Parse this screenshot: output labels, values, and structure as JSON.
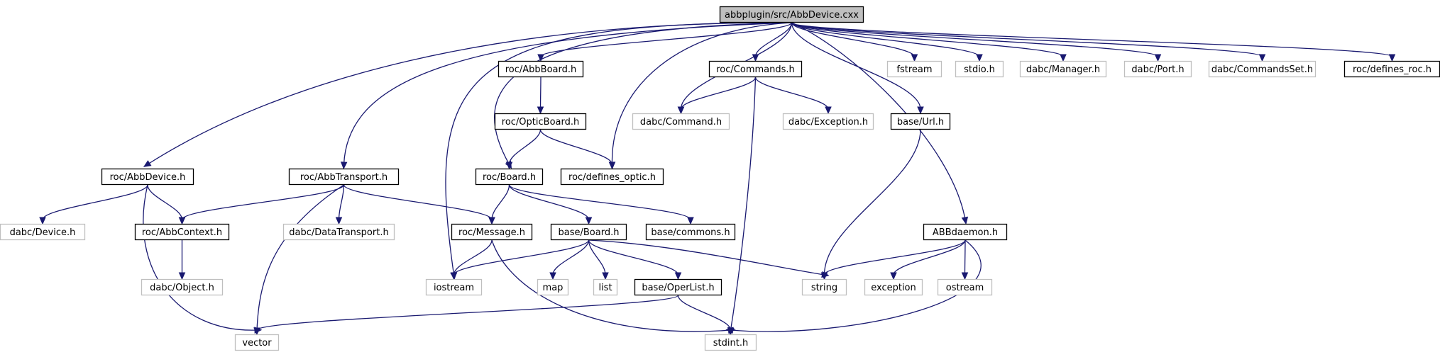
{
  "diagram": {
    "nodes": [
      {
        "id": "root",
        "label": "abbplugin/src/AbbDevice.cxx",
        "kind": "root"
      },
      {
        "id": "roc_AbbDevice_h",
        "label": "roc/AbbDevice.h",
        "kind": "internal"
      },
      {
        "id": "roc_AbbTransport_h",
        "label": "roc/AbbTransport.h",
        "kind": "internal"
      },
      {
        "id": "roc_AbbBoard_h",
        "label": "roc/AbbBoard.h",
        "kind": "internal"
      },
      {
        "id": "roc_Commands_h",
        "label": "roc/Commands.h",
        "kind": "internal"
      },
      {
        "id": "fstream",
        "label": "fstream",
        "kind": "external"
      },
      {
        "id": "stdio_h",
        "label": "stdio.h",
        "kind": "external"
      },
      {
        "id": "dabc_Manager_h",
        "label": "dabc/Manager.h",
        "kind": "external"
      },
      {
        "id": "dabc_Port_h",
        "label": "dabc/Port.h",
        "kind": "external"
      },
      {
        "id": "dabc_CommandsSet_h",
        "label": "dabc/CommandsSet.h",
        "kind": "external"
      },
      {
        "id": "roc_defines_roc_h",
        "label": "roc/defines_roc.h",
        "kind": "internal"
      },
      {
        "id": "roc_OpticBoard_h",
        "label": "roc/OpticBoard.h",
        "kind": "internal"
      },
      {
        "id": "dabc_Command_h",
        "label": "dabc/Command.h",
        "kind": "external"
      },
      {
        "id": "dabc_Exception_h",
        "label": "dabc/Exception.h",
        "kind": "external"
      },
      {
        "id": "base_Url_h",
        "label": "base/Url.h",
        "kind": "internal"
      },
      {
        "id": "roc_Board_h",
        "label": "roc/Board.h",
        "kind": "internal"
      },
      {
        "id": "roc_defines_optic_h",
        "label": "roc/defines_optic.h",
        "kind": "internal"
      },
      {
        "id": "dabc_Device_h",
        "label": "dabc/Device.h",
        "kind": "external"
      },
      {
        "id": "roc_AbbContext_h",
        "label": "roc/AbbContext.h",
        "kind": "internal"
      },
      {
        "id": "dabc_DataTransport_h",
        "label": "dabc/DataTransport.h",
        "kind": "external"
      },
      {
        "id": "roc_Message_h",
        "label": "roc/Message.h",
        "kind": "internal"
      },
      {
        "id": "base_Board_h",
        "label": "base/Board.h",
        "kind": "internal"
      },
      {
        "id": "base_commons_h",
        "label": "base/commons.h",
        "kind": "internal"
      },
      {
        "id": "ABBdaemon_h",
        "label": "ABBdaemon.h",
        "kind": "internal"
      },
      {
        "id": "dabc_Object_h",
        "label": "dabc/Object.h",
        "kind": "external"
      },
      {
        "id": "iostream",
        "label": "iostream",
        "kind": "external"
      },
      {
        "id": "map",
        "label": "map",
        "kind": "external"
      },
      {
        "id": "list",
        "label": "list",
        "kind": "external"
      },
      {
        "id": "base_OperList_h",
        "label": "base/OperList.h",
        "kind": "internal"
      },
      {
        "id": "string",
        "label": "string",
        "kind": "external"
      },
      {
        "id": "exception",
        "label": "exception",
        "kind": "external"
      },
      {
        "id": "ostream",
        "label": "ostream",
        "kind": "external"
      },
      {
        "id": "vector",
        "label": "vector",
        "kind": "external"
      },
      {
        "id": "stdint_h",
        "label": "stdint.h",
        "kind": "external"
      }
    ],
    "edges": [
      {
        "from": "root",
        "to": "roc_AbbDevice_h"
      },
      {
        "from": "root",
        "to": "roc_AbbTransport_h"
      },
      {
        "from": "root",
        "to": "iostream"
      },
      {
        "from": "root",
        "to": "roc_Board_h"
      },
      {
        "from": "root",
        "to": "roc_AbbBoard_h"
      },
      {
        "from": "root",
        "to": "roc_defines_optic_h"
      },
      {
        "from": "root",
        "to": "dabc_Command_h"
      },
      {
        "from": "root",
        "to": "roc_Commands_h"
      },
      {
        "from": "root",
        "to": "base_Url_h"
      },
      {
        "from": "root",
        "to": "ABBdaemon_h"
      },
      {
        "from": "root",
        "to": "fstream"
      },
      {
        "from": "root",
        "to": "stdio_h"
      },
      {
        "from": "root",
        "to": "dabc_Manager_h"
      },
      {
        "from": "root",
        "to": "dabc_Port_h"
      },
      {
        "from": "root",
        "to": "dabc_CommandsSet_h"
      },
      {
        "from": "root",
        "to": "roc_defines_roc_h"
      },
      {
        "from": "roc_AbbBoard_h",
        "to": "roc_OpticBoard_h"
      },
      {
        "from": "roc_OpticBoard_h",
        "to": "roc_Board_h"
      },
      {
        "from": "roc_OpticBoard_h",
        "to": "roc_defines_optic_h"
      },
      {
        "from": "roc_Commands_h",
        "to": "dabc_Command_h"
      },
      {
        "from": "roc_Commands_h",
        "to": "dabc_Exception_h"
      },
      {
        "from": "roc_Commands_h",
        "to": "stdint_h"
      },
      {
        "from": "base_Url_h",
        "to": "string"
      },
      {
        "from": "roc_AbbDevice_h",
        "to": "dabc_Device_h"
      },
      {
        "from": "roc_AbbDevice_h",
        "to": "roc_AbbContext_h"
      },
      {
        "from": "roc_AbbDevice_h",
        "to": "vector"
      },
      {
        "from": "roc_AbbTransport_h",
        "to": "roc_AbbContext_h"
      },
      {
        "from": "roc_AbbTransport_h",
        "to": "dabc_DataTransport_h"
      },
      {
        "from": "roc_AbbTransport_h",
        "to": "roc_Message_h"
      },
      {
        "from": "roc_AbbTransport_h",
        "to": "vector"
      },
      {
        "from": "roc_Board_h",
        "to": "roc_Message_h"
      },
      {
        "from": "roc_Board_h",
        "to": "base_Board_h"
      },
      {
        "from": "roc_Board_h",
        "to": "base_commons_h"
      },
      {
        "from": "roc_AbbContext_h",
        "to": "dabc_Object_h"
      },
      {
        "from": "roc_Message_h",
        "to": "iostream"
      },
      {
        "from": "roc_Message_h",
        "to": "stdint_h"
      },
      {
        "from": "base_Board_h",
        "to": "iostream"
      },
      {
        "from": "base_Board_h",
        "to": "map"
      },
      {
        "from": "base_Board_h",
        "to": "list"
      },
      {
        "from": "base_Board_h",
        "to": "base_OperList_h"
      },
      {
        "from": "base_Board_h",
        "to": "string"
      },
      {
        "from": "base_OperList_h",
        "to": "vector"
      },
      {
        "from": "base_OperList_h",
        "to": "stdint_h"
      },
      {
        "from": "ABBdaemon_h",
        "to": "string"
      },
      {
        "from": "ABBdaemon_h",
        "to": "exception"
      },
      {
        "from": "ABBdaemon_h",
        "to": "ostream"
      },
      {
        "from": "ABBdaemon_h",
        "to": "stdint_h"
      }
    ],
    "colors": {
      "edge": "#191970",
      "internal_border": "#000000",
      "external_border": "#bfbfbf",
      "root_fill": "#bfbfbf"
    }
  }
}
